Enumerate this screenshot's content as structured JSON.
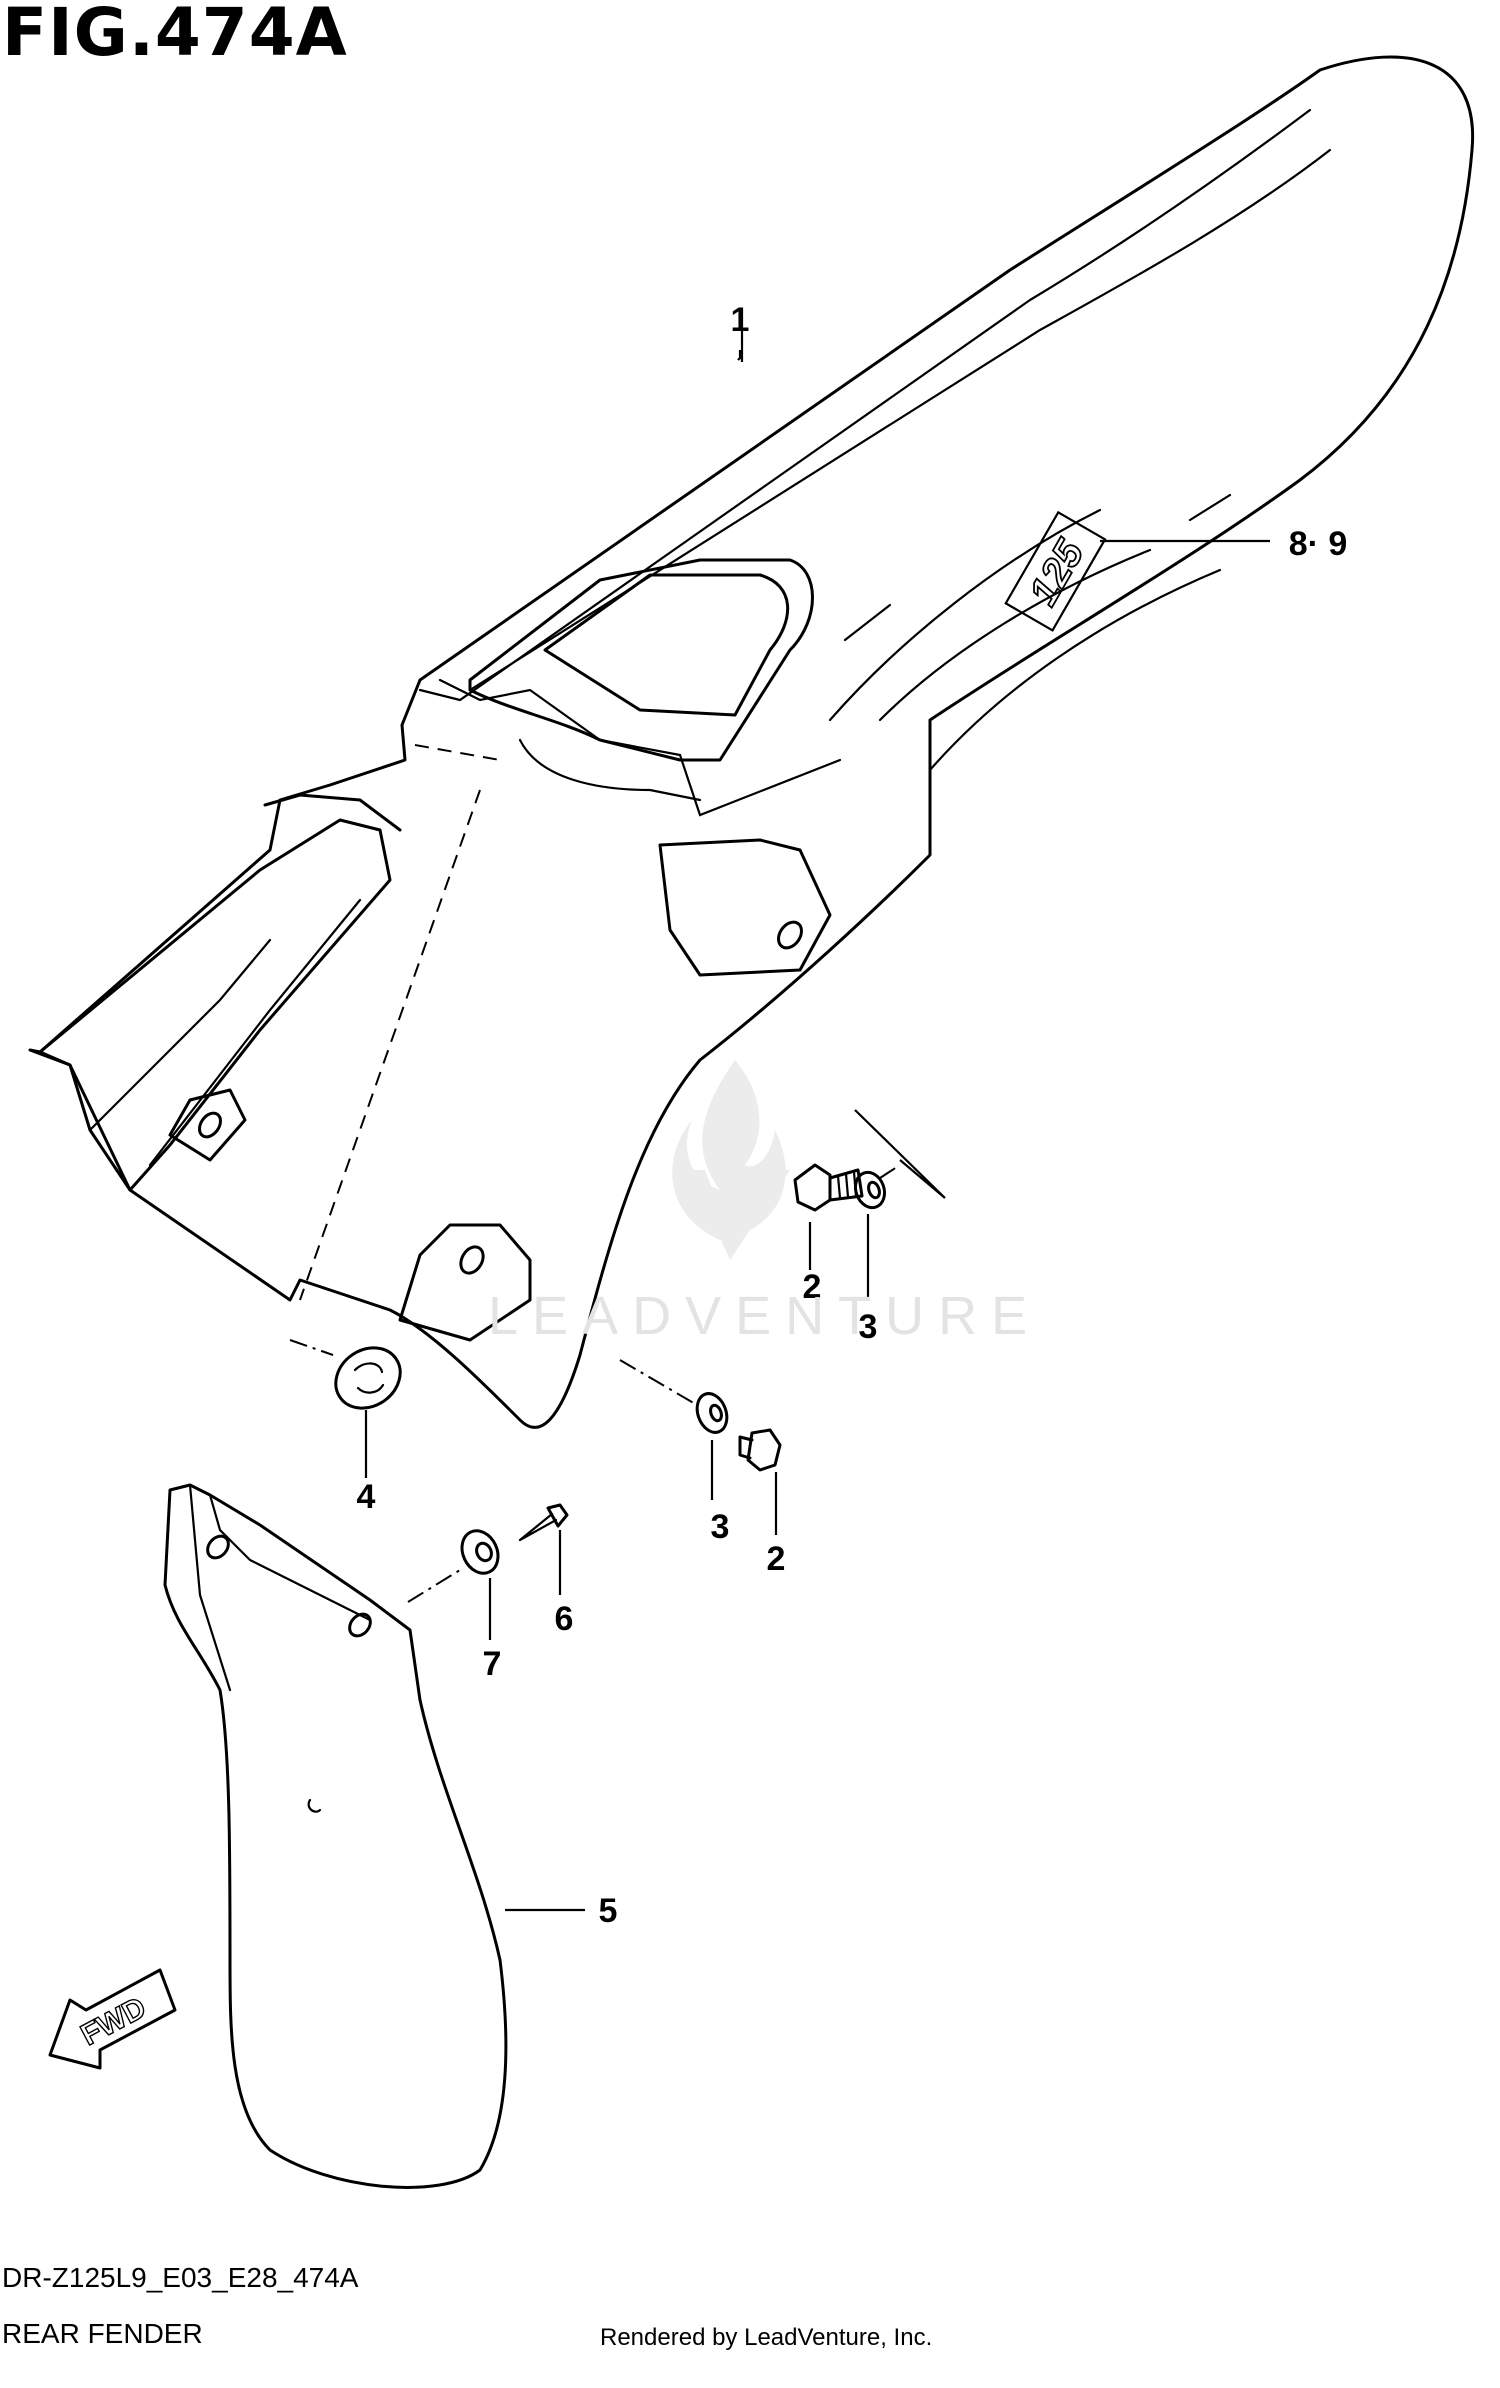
{
  "figure": {
    "title": "FIG.474A",
    "code": "DR-Z125L9_E03_E28_474A",
    "name": "REAR FENDER",
    "rendered_by": "Rendered by LeadVenture, Inc."
  },
  "watermark": {
    "text": "LEADVENTURE"
  },
  "fwd_label": "FWD",
  "fender_badge": "125",
  "callouts": [
    {
      "id": "c1",
      "label": "1"
    },
    {
      "id": "c89",
      "label": "8· 9"
    },
    {
      "id": "c2a",
      "label": "2"
    },
    {
      "id": "c3a",
      "label": "3"
    },
    {
      "id": "c4",
      "label": "4"
    },
    {
      "id": "c3b",
      "label": "3"
    },
    {
      "id": "c2b",
      "label": "2"
    },
    {
      "id": "c6",
      "label": "6"
    },
    {
      "id": "c7",
      "label": "7"
    },
    {
      "id": "c5",
      "label": "5"
    }
  ]
}
